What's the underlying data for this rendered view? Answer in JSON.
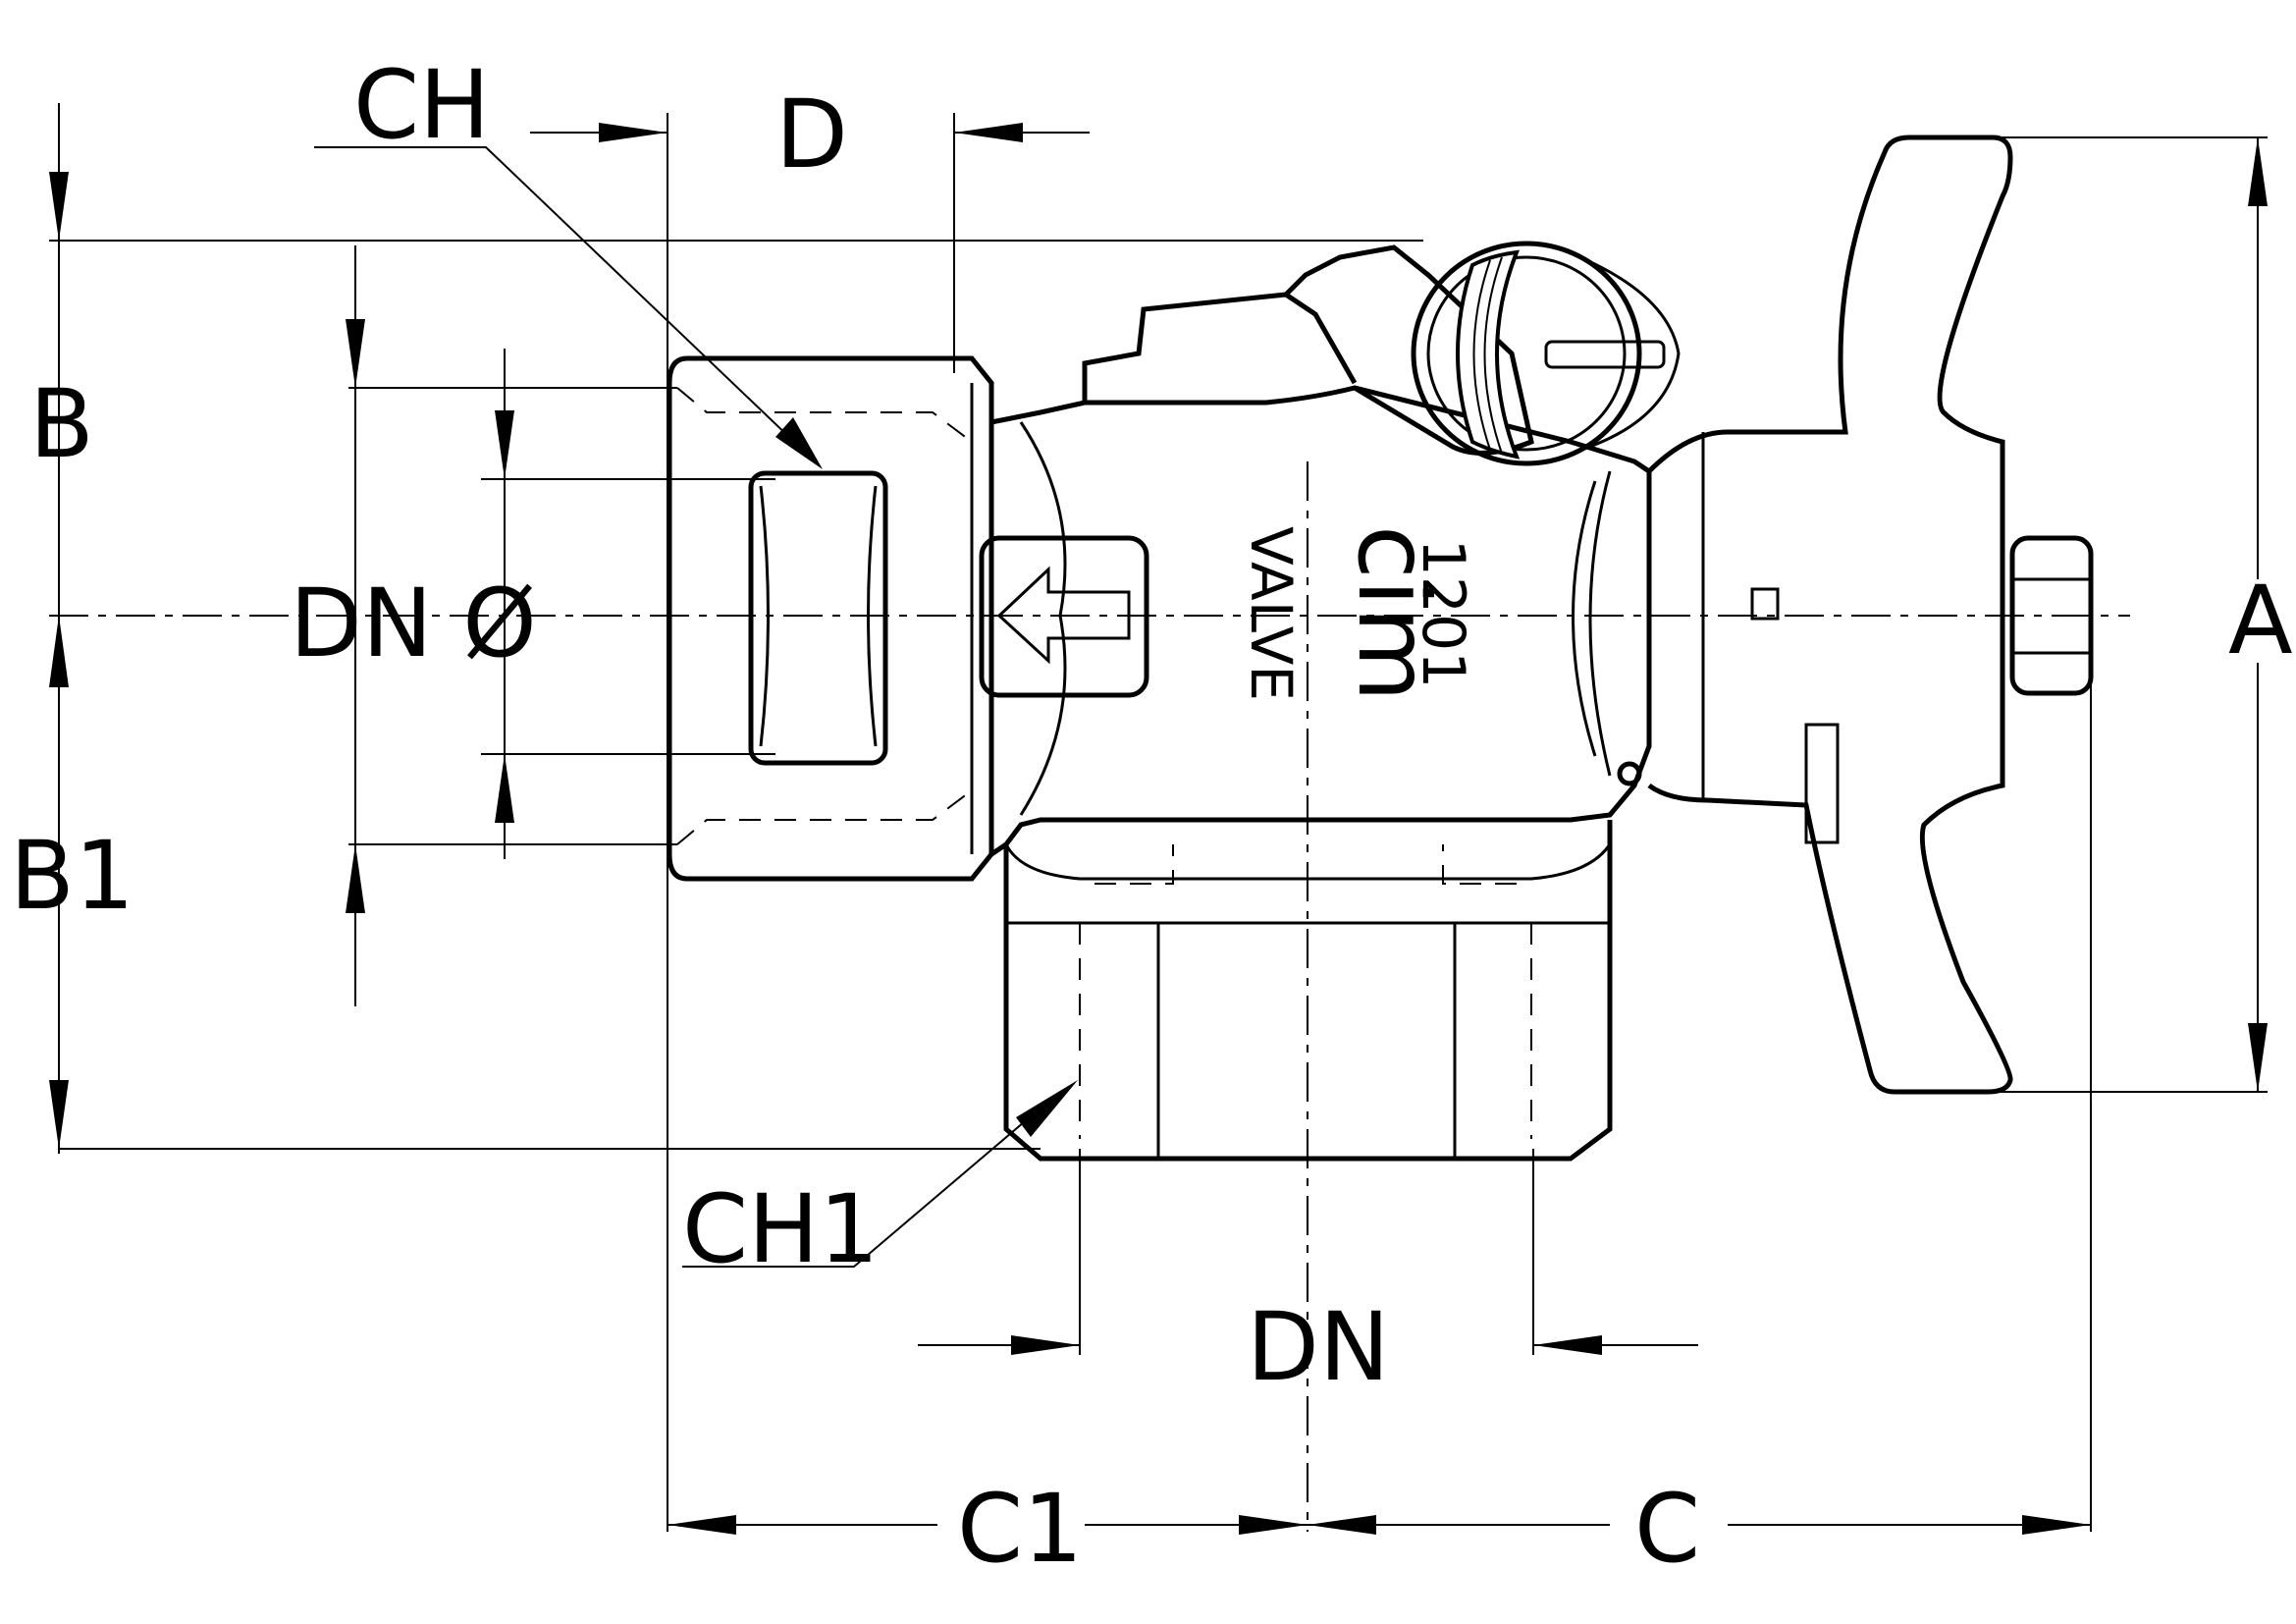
{
  "labels": {
    "ch": "CH",
    "d": "D",
    "b": "B",
    "dn_dia": "DN Ø",
    "b1": "B1",
    "ch1": "CH1",
    "dn": "DN",
    "c1": "C1",
    "c": "C",
    "a": "A"
  },
  "marking": {
    "number": "1201",
    "brand": "cim",
    "word": "VALVE"
  }
}
